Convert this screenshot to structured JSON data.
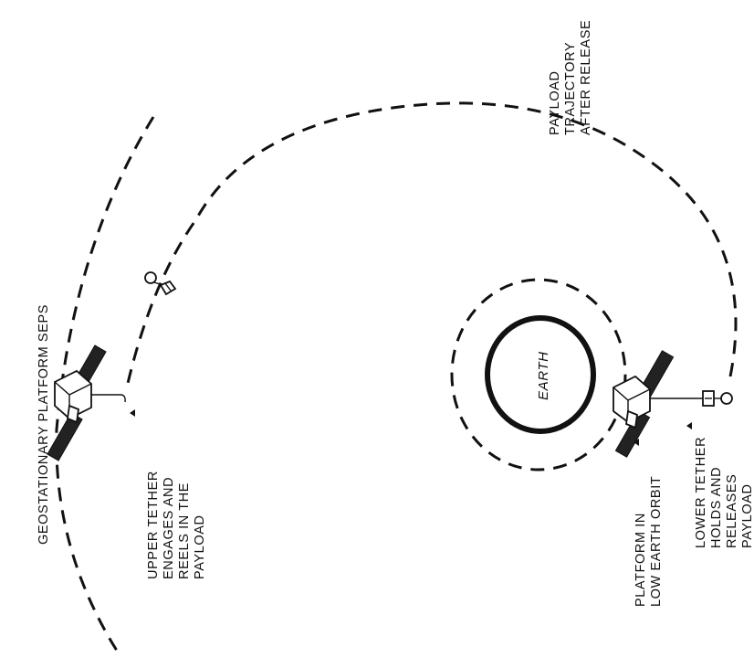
{
  "labels": {
    "geo_platform": "GEOSTATIONARY PLATFORM SEPS",
    "upper_tether": [
      "UPPER TETHER",
      "ENGAGES AND",
      "REELS IN THE",
      "PAYLOAD"
    ],
    "leo_platform": [
      "PLATFORM IN",
      "LOW EARTH ORBIT"
    ],
    "lower_tether": [
      "LOWER TETHER",
      "HOLDS AND",
      "RELEASES",
      "PAYLOAD"
    ],
    "trajectory": [
      "PAYLOAD",
      "TRAJECTORY",
      "AFTER RELEASE"
    ],
    "earth": "EARTH"
  }
}
